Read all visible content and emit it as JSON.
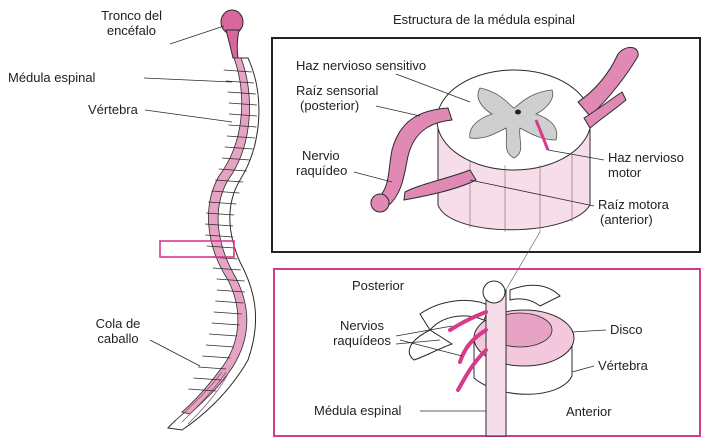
{
  "title": "Estructura de la médula espinal",
  "left_labels": {
    "tronco_line1": "Tronco del",
    "tronco_line2": "encéfalo",
    "medula": "Médula espinal",
    "vertebra": "Vértebra",
    "cola_line1": "Cola de",
    "cola_line2": "caballo"
  },
  "upper_panel": {
    "haz_sensitivo": "Haz nervioso sensitivo",
    "raiz_sensorial_line1": "Raíz sensorial",
    "raiz_sensorial_line2": "(posterior)",
    "nervio_line1": "Nervio",
    "nervio_line2": "raquídeo",
    "haz_motor_line1": "Haz nervioso",
    "haz_motor_line2": "motor",
    "raiz_motora_line1": "Raíz motora",
    "raiz_motora_line2": "(anterior)"
  },
  "lower_panel": {
    "posterior": "Posterior",
    "nervios_line1": "Nervios",
    "nervios_line2": "raquídeos",
    "disco": "Disco",
    "vertebra": "Vértebra",
    "medula": "Médula espinal",
    "anterior": "Anterior"
  },
  "colors": {
    "accent_pink": "#d63a8a",
    "spine_pink": "#e6a3c4",
    "outline": "#2b2b2b",
    "panel_border_dark": "#222222",
    "disc_fill": "#f3c7dc",
    "cord_light": "#f7dde9"
  }
}
